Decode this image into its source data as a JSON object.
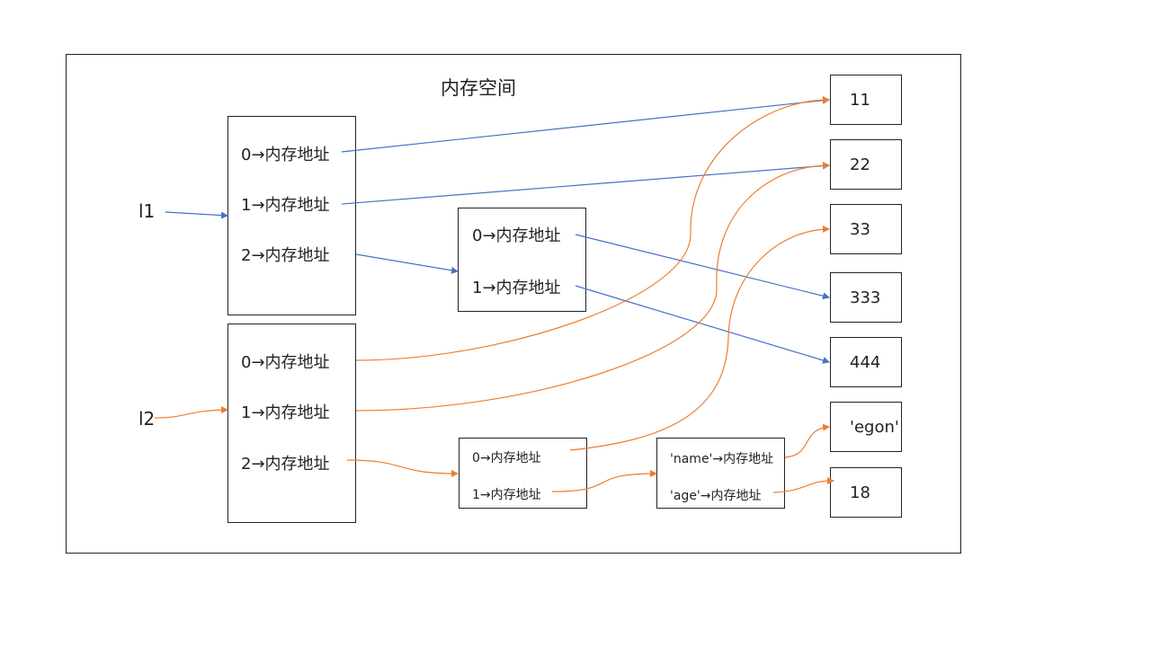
{
  "title": "内存空间",
  "variables": {
    "l1": "l1",
    "l2": "l2"
  },
  "l1_list": [
    "0→内存地址",
    "1→内存地址",
    "2→内存地址"
  ],
  "l1_sub_list": [
    "0→内存地址",
    "1→内存地址"
  ],
  "l2_list": [
    "0→内存地址",
    "1→内存地址",
    "2→内存地址"
  ],
  "l2_sub_list": [
    "0→内存地址",
    "1→内存地址"
  ],
  "l2_dict": [
    "'name'→内存地址",
    "'age'→内存地址"
  ],
  "values": [
    "11",
    "22",
    "33",
    "333",
    "444",
    "'egon'",
    "18"
  ],
  "colors": {
    "l1_arrows": "#4472c4",
    "l2_arrows": "#ed7d31",
    "border": "#222222"
  }
}
